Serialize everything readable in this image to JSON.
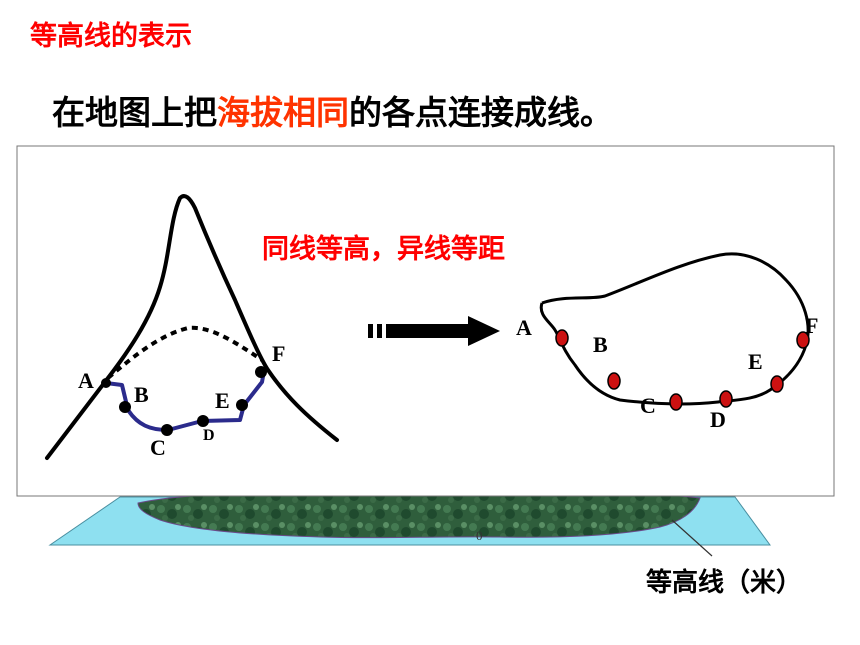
{
  "title": "等高线的表示",
  "subtitle": {
    "before": "在地图上把",
    "highlight": "海拔相同",
    "after": "的各点连接成线。"
  },
  "rule": "同线等高，异线等距",
  "contour_caption": "等高线（米）",
  "base_value": "0",
  "points": {
    "A": "A",
    "B": "B",
    "C": "C",
    "D": "D",
    "E": "E",
    "F": "F"
  },
  "colors": {
    "title": "#ff0000",
    "highlight": "#ff3300",
    "contour_line": "#2b2b8c",
    "point_fill": "#cc1111",
    "water": "#8ee0f0",
    "forest": "#2f5e3c"
  }
}
